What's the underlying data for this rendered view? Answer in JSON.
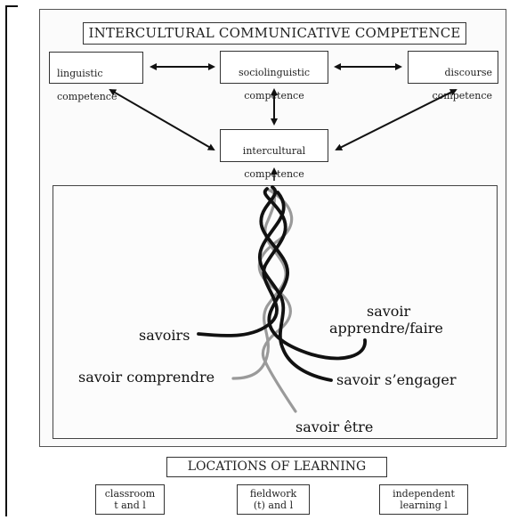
{
  "title": "INTERCULTURAL COMMUNICATIVE COMPETENCE",
  "competences": {
    "linguistic": [
      "linguistic",
      "competence"
    ],
    "sociolinguistic": [
      "sociolinguistic",
      "competence"
    ],
    "discourse": [
      "discourse",
      "competence"
    ],
    "intercultural": [
      "intercultural",
      "competence"
    ]
  },
  "strands": {
    "savoirs": "savoirs",
    "savoir_comprendre": "savoir comprendre",
    "savoir_apprendre_line1": "savoir",
    "savoir_apprendre_line2": "apprendre/faire",
    "savoir_sengager": "savoir s’engager",
    "savoir_etre": "savoir être"
  },
  "locations": {
    "title": "LOCATIONS OF LEARNING",
    "classroom": [
      "classroom",
      "t and l"
    ],
    "fieldwork": [
      "fieldwork",
      "(t) and l"
    ],
    "independent": [
      "independent",
      "learning l"
    ]
  },
  "colors": {
    "strand_dark": "#111111",
    "strand_grey": "#9a9a9a",
    "border": "#333333"
  }
}
